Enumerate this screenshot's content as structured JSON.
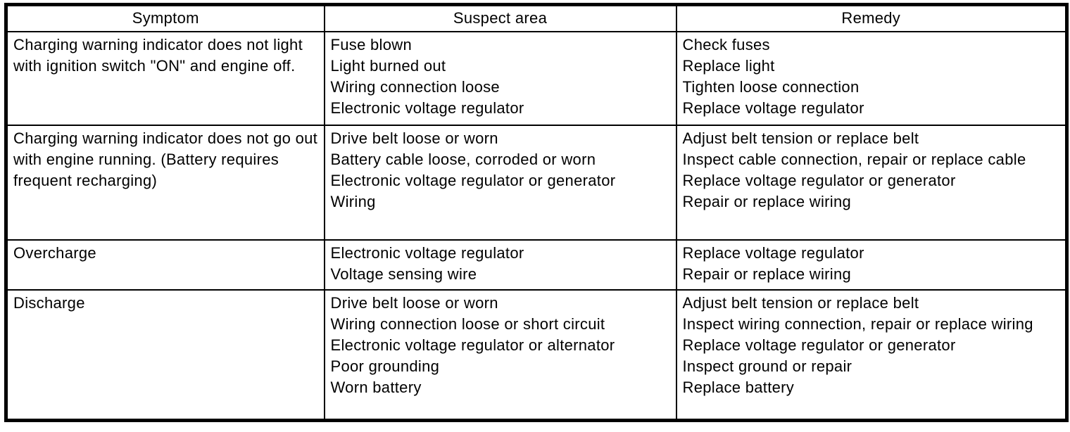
{
  "colors": {
    "border": "#000000",
    "text": "#000000",
    "background": "#ffffff"
  },
  "table": {
    "headers": [
      "Symptom",
      "Suspect area",
      "Remedy"
    ],
    "rows": [
      {
        "symptom": "Charging warning indicator does not light with ignition switch \"ON\" and engine off.",
        "suspect_areas": [
          "Fuse blown",
          "Light burned out",
          "Wiring connection loose",
          "Electronic voltage regulator"
        ],
        "remedies": [
          "Check fuses",
          "Replace light",
          "Tighten loose connection",
          "Replace voltage regulator"
        ]
      },
      {
        "symptom": "Charging warning indicator does not go out with engine running. (Battery requires frequent recharging)",
        "suspect_areas": [
          "Drive belt loose or worn",
          "Battery cable loose, corroded or worn",
          "Electronic voltage regulator or generator",
          "Wiring"
        ],
        "remedies": [
          "Adjust belt tension or replace belt",
          "Inspect cable connection, repair or replace cable",
          "Replace voltage regulator or generator",
          "Repair or replace wiring"
        ]
      },
      {
        "symptom": "Overcharge",
        "suspect_areas": [
          "Electronic voltage regulator",
          "Voltage sensing wire"
        ],
        "remedies": [
          "Replace voltage regulator",
          "Repair or replace wiring"
        ]
      },
      {
        "symptom": "Discharge",
        "suspect_areas": [
          "Drive belt loose or worn",
          "Wiring connection loose or short circuit",
          "Electronic voltage regulator or alternator",
          "Poor grounding",
          "Worn battery"
        ],
        "remedies": [
          "Adjust belt tension or replace belt",
          "Inspect wiring connection, repair or replace wiring",
          "Replace voltage regulator or generator",
          "Inspect ground or repair",
          "Replace battery"
        ]
      }
    ]
  }
}
